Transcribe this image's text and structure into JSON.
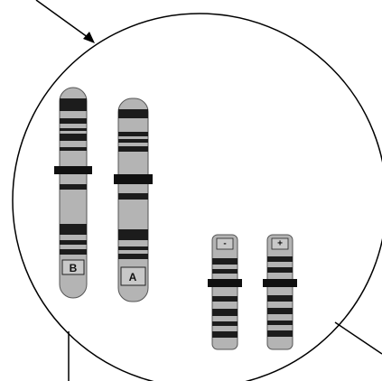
{
  "diagram": {
    "colors": {
      "background": "#ffffff",
      "outline": "#000000",
      "chromosome_fill": "#b4b4b4",
      "band_dark": "#1c1c1c",
      "centromere": "#101010",
      "label_box": "#c8c8c8"
    },
    "chromosomes": [
      {
        "id": "chromosome-b",
        "label": "B"
      },
      {
        "id": "chromosome-a",
        "label": "A"
      },
      {
        "id": "chromosome-minus",
        "label": "-"
      },
      {
        "id": "chromosome-plus",
        "label": "+"
      }
    ]
  }
}
